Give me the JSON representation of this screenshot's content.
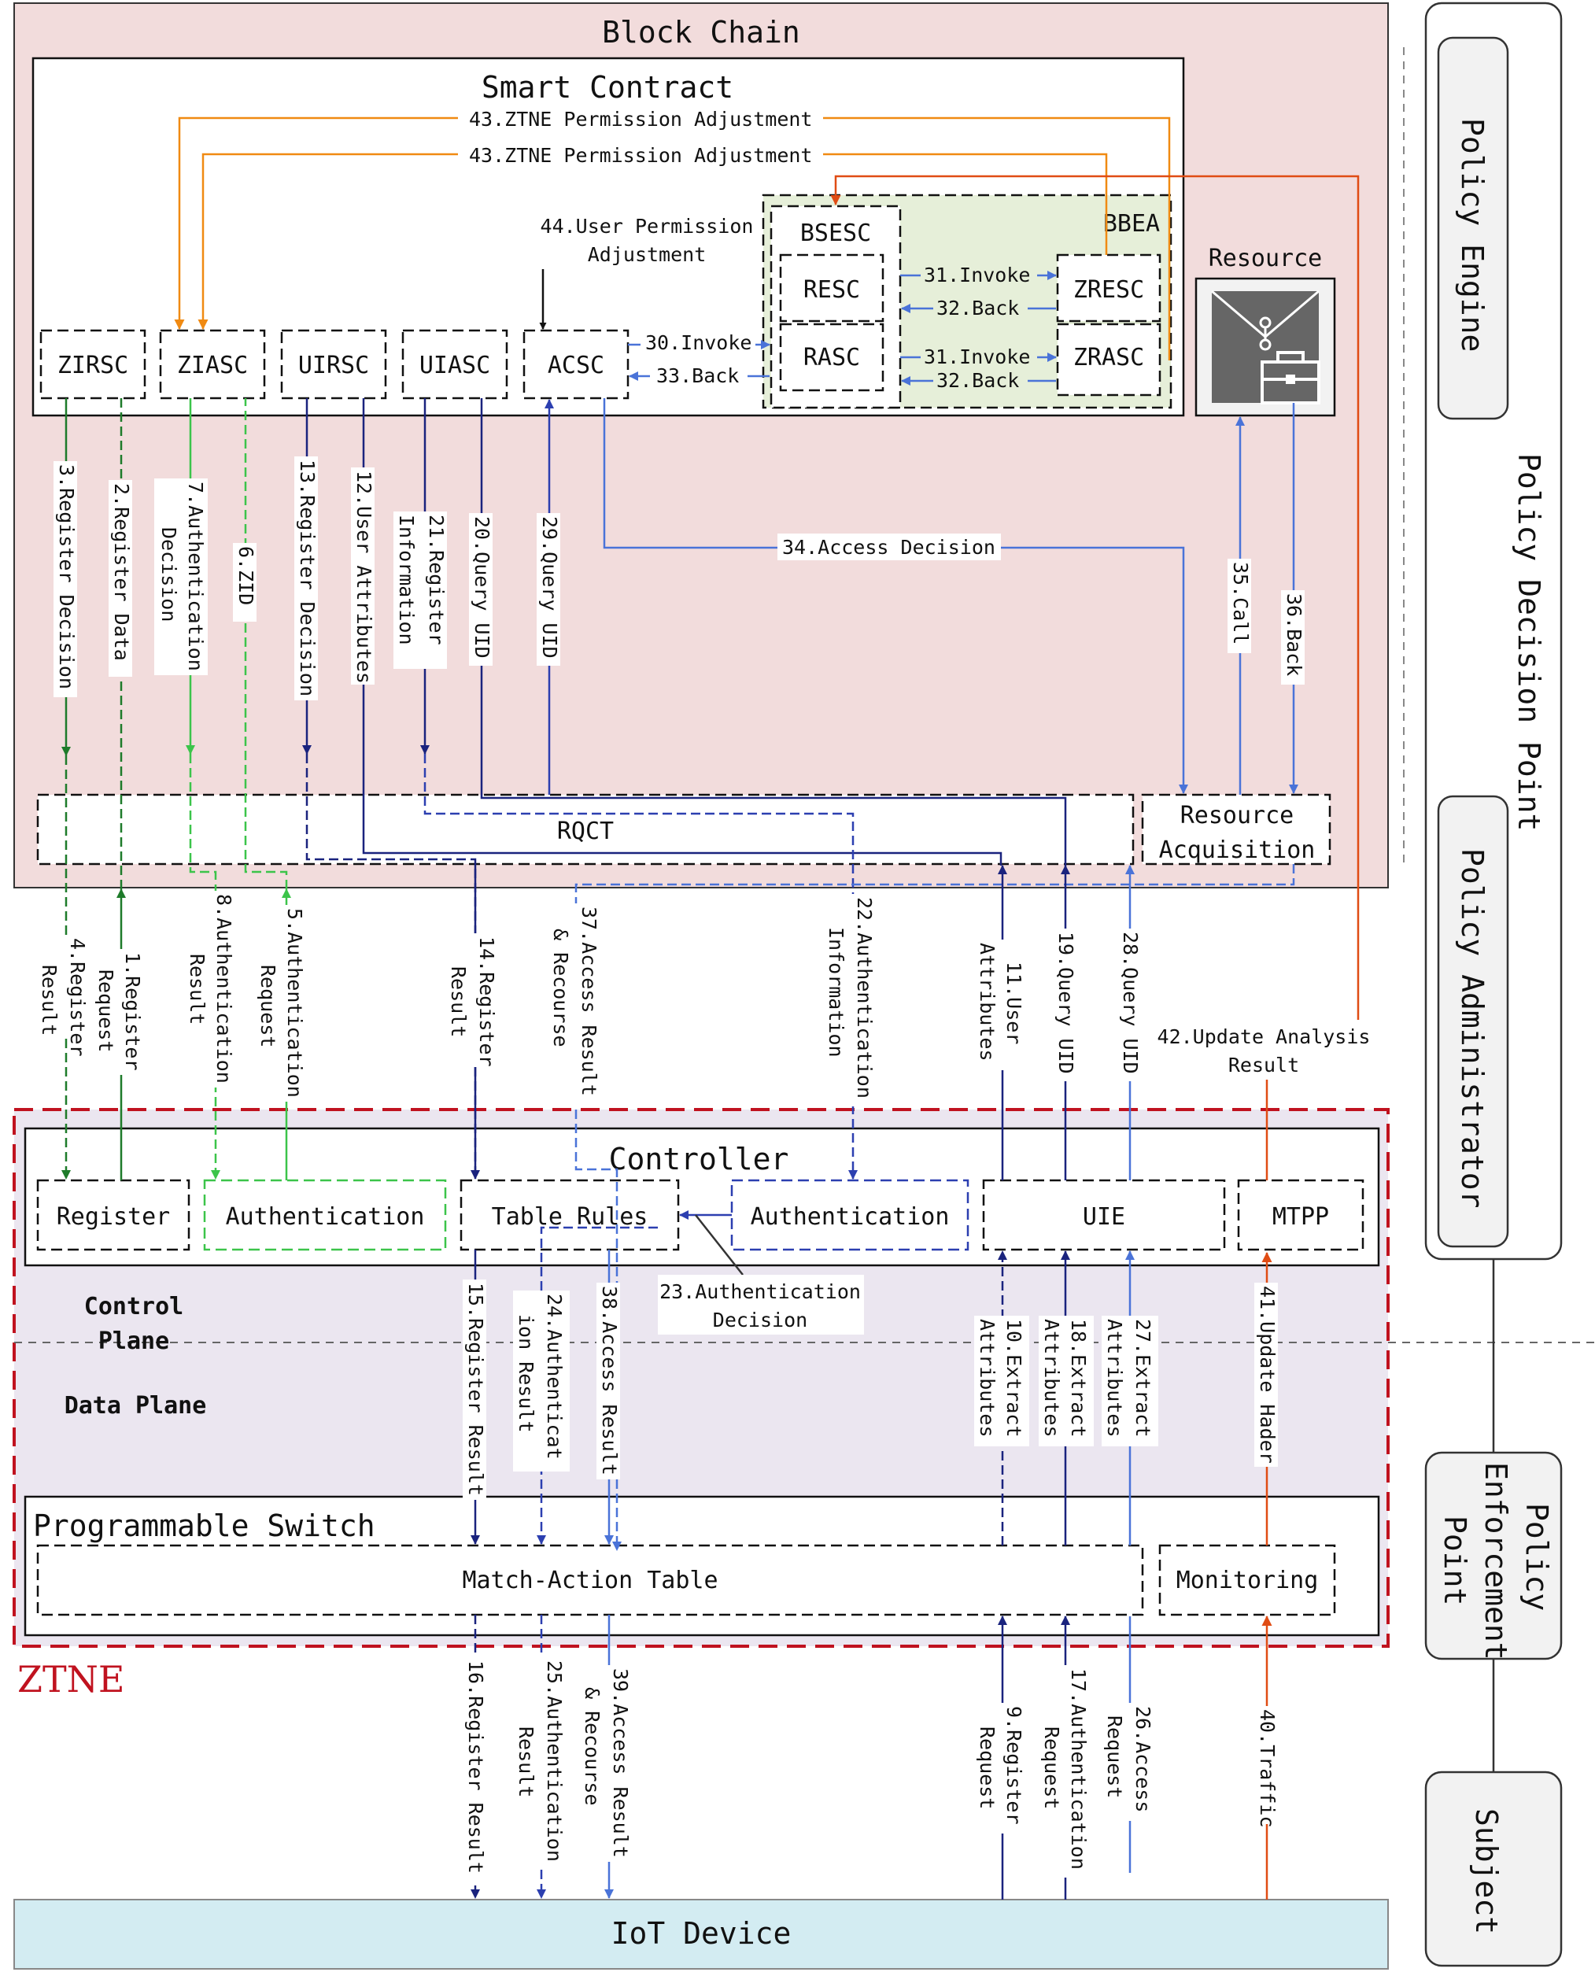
{
  "labels": {
    "block_chain": "Block Chain",
    "smart_contract": "Smart Contract",
    "zirsc": "ZIRSC",
    "ziasc": "ZIASC",
    "uirsc": "UIRSC",
    "uiasc": "UIASC",
    "acsc": "ACSC",
    "bsesc": "BSESC",
    "bbea": "BBEA",
    "resc": "RESC",
    "rasc": "RASC",
    "zresc": "ZRESC",
    "zrasc": "ZRASC",
    "resource": "Resource",
    "rqct": "RQCT",
    "resource_acquisition_1": "Resource",
    "resource_acquisition_2": "Acquisition",
    "controller": "Controller",
    "register": "Register",
    "authentication_green": "Authentication",
    "table_rules": "Table Rules",
    "authentication_blue": "Authentication",
    "uie": "UIE",
    "mtpp": "MTPP",
    "control_plane_1": "Control",
    "control_plane_2": "Plane",
    "data_plane": "Data Plane",
    "programmable_switch": "Programmable Switch",
    "match_action_table": "Match-Action Table",
    "monitoring": "Monitoring",
    "ztne": "ZTNE",
    "iot_device": "IoT Device"
  },
  "side": {
    "policy_engine": "Policy Engine",
    "policy_decision_point": "Policy Decision Point",
    "policy_administrator": "Policy Administrator",
    "policy_enforcement_point_1": "Policy",
    "policy_enforcement_point_2": "Enforcement",
    "policy_enforcement_point_3": "Point",
    "subject": "Subject"
  },
  "steps": {
    "s1a": "1.Register",
    "s1b": "Request",
    "s2": "2.Register Data",
    "s3": "3.Register Decision",
    "s4a": "4.Register",
    "s4b": "Result",
    "s5a": "5.Authentication",
    "s5b": "Request",
    "s6": "6.ZID",
    "s7a": "7.Authentication",
    "s7b": "Decision",
    "s8a": "8.Authentication",
    "s8b": "Result",
    "s9a": "9.Register",
    "s9b": "Request",
    "s10a": "10.Extract",
    "s10b": "Attributes",
    "s11a": "11.User",
    "s11b": "Attributes",
    "s12": "12.User Attributes",
    "s13": "13.Register Decision",
    "s14a": "14.Register",
    "s14b": "Result",
    "s15": "15.Register Result",
    "s16": "16.Register Result",
    "s17a": "17.Authentication",
    "s17b": "Request",
    "s18a": "18.Extract",
    "s18b": "Attributes",
    "s19": "19.Query UID",
    "s20": "20.Query UID",
    "s21a": "21.Register",
    "s21b": "Information",
    "s22a": "22.Authentication",
    "s22b": "Information",
    "s23a": "23.Authentication",
    "s23b": "Decision",
    "s24a": "24.Authenticat",
    "s24b": "ion Result",
    "s25a": "25.Authentication",
    "s25b": "Result",
    "s26a": "26.Access",
    "s26b": "Request",
    "s27a": "27.Extract",
    "s27b": "Attributes",
    "s28": "28.Query UID",
    "s29": "29.Query UID",
    "s30": "30.Invoke",
    "s31a": "31.Invoke",
    "s31b": "31.Invoke",
    "s32a": "32.Back",
    "s32b": "32.Back",
    "s33": "33.Back",
    "s34": "34.Access Decision",
    "s35": "35.Call",
    "s36": "36.Back",
    "s37a": "37.Access Result",
    "s37b": "& Recourse",
    "s38": "38.Access Result",
    "s39a": "39.Access Result",
    "s39b": "& Recourse",
    "s40": "40.Traffic",
    "s41": "41.Update Hader",
    "s42a": "42.Update Analysis",
    "s42b": "Result",
    "s43a": "43.ZTNE Permission Adjustment",
    "s43b": "43.ZTNE Permission Adjustment",
    "s44a": "44.User Permission",
    "s44b": "Adjustment"
  },
  "colors": {
    "block_chain_bg": "#f2dcdc",
    "bbea_bg": "#e6efd9",
    "ztne_bg": "#ebe6f0",
    "iot_bg": "#d3ecf2",
    "ztne_border": "#c0121f",
    "green_dark": "#1e7b2a",
    "green_light": "#3cc44a",
    "navy": "#1a237e",
    "blue_mid": "#2c3fb0",
    "blue_light": "#4a73d8",
    "orange": "#f08a12",
    "orange_red": "#e04c14",
    "resource_icon": "#666666"
  },
  "icons": {
    "resource": "folder-briefcase-icon"
  }
}
